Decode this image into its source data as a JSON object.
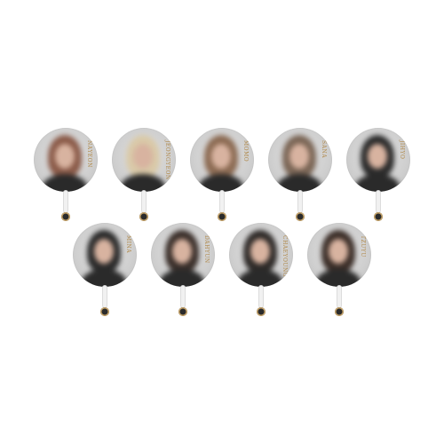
{
  "fans": [
    {
      "name": "NAYEON",
      "hair": "#8a5a48",
      "row": 0,
      "col": 0
    },
    {
      "name": "JEONGYEON",
      "hair": "#d9c9a8",
      "row": 0,
      "col": 1
    },
    {
      "name": "MOMO",
      "hair": "#8b6a52",
      "row": 0,
      "col": 2
    },
    {
      "name": "SANA",
      "hair": "#7a6555",
      "row": 0,
      "col": 3
    },
    {
      "name": "JIHYO",
      "hair": "#2b2b2b",
      "row": 0,
      "col": 4
    },
    {
      "name": "MINA",
      "hair": "#2a2a2a",
      "row": 1,
      "col": 0
    },
    {
      "name": "DAHYUN",
      "hair": "#3a2f2a",
      "row": 1,
      "col": 1
    },
    {
      "name": "CHAEYOUNG",
      "hair": "#2e2a28",
      "row": 1,
      "col": 2
    },
    {
      "name": "TZUYU",
      "hair": "#3b2e28",
      "row": 1,
      "col": 3
    }
  ]
}
